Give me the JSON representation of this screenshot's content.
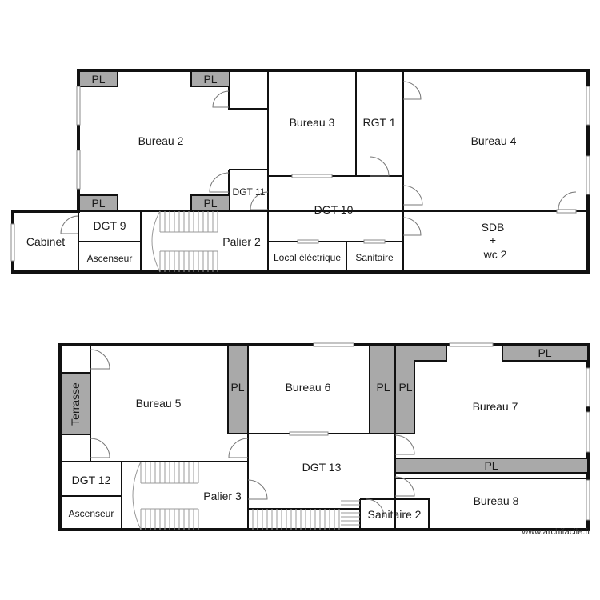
{
  "floor_top": {
    "rooms": {
      "bureau_2": "Bureau 2",
      "bureau_3": "Bureau 3",
      "rgt_1": "RGT 1",
      "bureau_4": "Bureau 4",
      "dgt_11": "DGT 11",
      "dgt_10": "DGT 10",
      "dgt_9": "DGT 9",
      "cabinet": "Cabinet",
      "ascenseur": "Ascenseur",
      "palier_2": "Palier 2",
      "local_electrique": "Local éléctrique",
      "sanitaire": "Sanitaire",
      "sdb_line1": "SDB",
      "sdb_line2": "+",
      "sdb_line3": "wc 2"
    },
    "pl_label": "PL"
  },
  "floor_bottom": {
    "rooms": {
      "terrasse": "Terrasse",
      "bureau_5": "Bureau 5",
      "bureau_6": "Bureau 6",
      "bureau_7": "Bureau 7",
      "dgt_13": "DGT 13",
      "dgt_12": "DGT 12",
      "ascenseur": "Ascenseur",
      "palier_3": "Palier 3",
      "sanitaire_2": "Sanitaire 2",
      "bureau_8": "Bureau 8"
    },
    "pl_label": "PL"
  },
  "watermark": "www.archifacile.fr"
}
